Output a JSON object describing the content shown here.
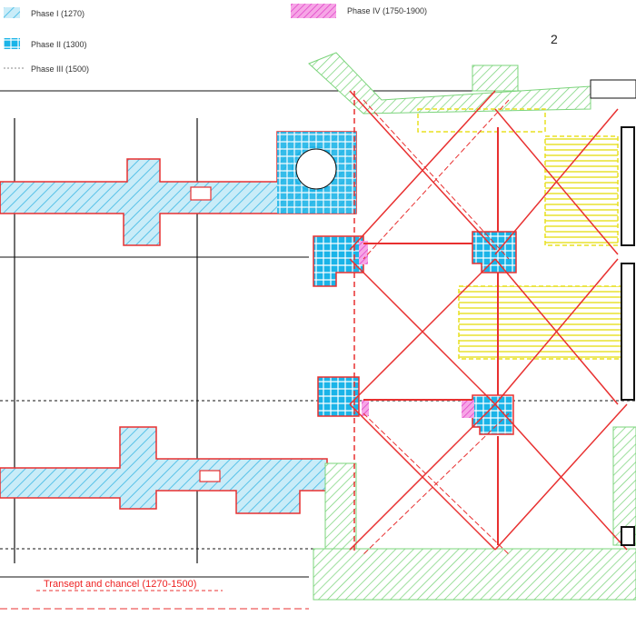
{
  "legend": {
    "items": [
      {
        "label": "Phase I (1270)",
        "swatch": "light-blue-hatch",
        "color": "#9fd8ef"
      },
      {
        "label": "Phase II (1300)",
        "swatch": "cyan-hatch",
        "color": "#1ab4e8"
      },
      {
        "label": "Phase III (1500)",
        "swatch": "dotted-line",
        "color": "#888888"
      },
      {
        "label": "Phase IV (1750-1900)",
        "swatch": "magenta-hatch",
        "color": "#e040c8"
      }
    ]
  },
  "plan_number": "2",
  "caption": "Transept and chancel (1270-1500)",
  "colors": {
    "vault_ribs": "#e83030",
    "later_walls": "#7bd47b",
    "furniture": "#e8e020",
    "grid": "#111111",
    "piers": "#1ab4e8",
    "phase1": "#9fd8ef"
  }
}
